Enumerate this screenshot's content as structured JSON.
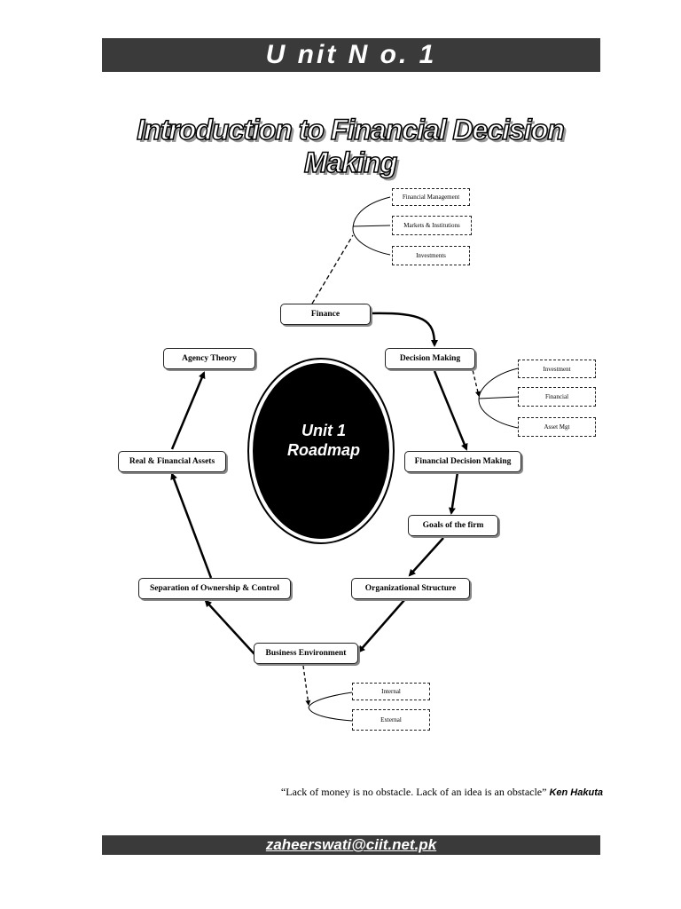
{
  "header": {
    "unit": "U nit N o. 1"
  },
  "title": "Introduction to Financial Decision Making",
  "diagram": {
    "center": {
      "line1": "Unit 1",
      "line2": "Roadmap"
    },
    "nodes": {
      "finance": "Finance",
      "decision_making": "Decision Making",
      "financial_decision_making": "Financial Decision Making",
      "goals": "Goals of the firm",
      "org_structure": "Organizational Structure",
      "business_env": "Business Environment",
      "separation": "Separation of Ownership & Control",
      "real_financial_assets": "Real & Financial Assets",
      "agency_theory": "Agency Theory"
    },
    "finance_branches": [
      "Financial Management",
      "Markets & Institutions",
      "Investments"
    ],
    "decision_branches": [
      "Investment",
      "Financial",
      "Asset Mgt"
    ],
    "environment_branches": [
      "Internal",
      "External"
    ]
  },
  "quote": {
    "text": "“Lack of money is no obstacle. Lack of an idea is an obstacle”",
    "author": "Ken Hakuta"
  },
  "footer": {
    "email": "zaheerswati@ciit.net.pk"
  }
}
